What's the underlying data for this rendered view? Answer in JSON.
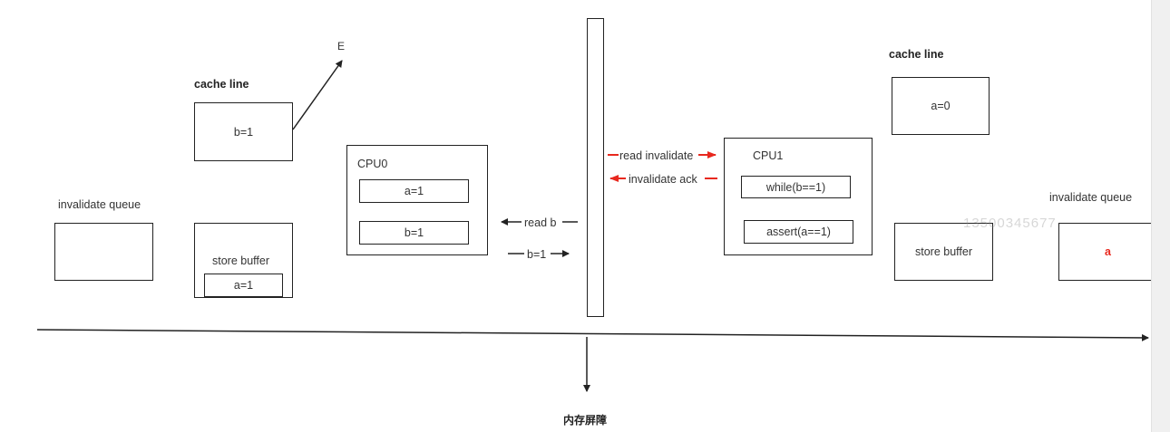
{
  "left": {
    "cache_line_title": "cache line",
    "cache_line_value": "b=1",
    "invalidate_queue_label": "invalidate queue",
    "store_buffer_label": "store buffer",
    "store_buffer_value": "a=1",
    "cpu_label": "CPU0",
    "cpu_values": [
      "a=1",
      "b=1"
    ],
    "arrow_label_e": "E"
  },
  "middle": {
    "read_b": "read b",
    "b_eq_1": "b=1",
    "read_invalidate": "read invalidate",
    "invalidate_ack": "invalidate ack",
    "barrier_label": "内存屏障"
  },
  "right": {
    "cache_line_title": "cache line",
    "cache_line_value": "a=0",
    "cpu_label": "CPU1",
    "cpu_values": [
      "while(b==1)",
      "assert(a==1)"
    ],
    "store_buffer_label": "store buffer",
    "invalidate_queue_label": "invalidate queue",
    "invalidate_queue_value": "a"
  },
  "watermark": "13500345677",
  "colors": {
    "line": "#222222",
    "accent": "#e8281e",
    "text": "#333333"
  }
}
